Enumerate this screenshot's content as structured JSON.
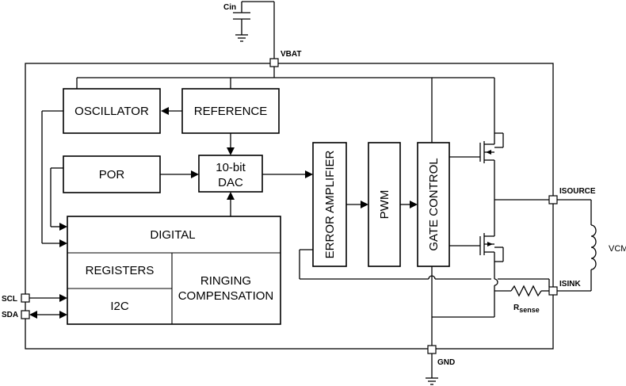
{
  "pins": {
    "cin": "Cin",
    "vbat": "VBAT",
    "gnd": "GND",
    "isource": "ISOURCE",
    "isink": "ISINK",
    "scl": "SCL",
    "sda": "SDA",
    "rsense_main": "R",
    "rsense_sub": "sense",
    "vcm": "VCM"
  },
  "blocks": {
    "oscillator": "OSCILLATOR",
    "reference": "REFERENCE",
    "por": "POR",
    "dac_line1": "10-bit",
    "dac_line2": "DAC",
    "digital": "DIGITAL",
    "registers": "REGISTERS",
    "i2c": "I2C",
    "ringing_line1": "RINGING",
    "ringing_line2": "COMPENSATION",
    "error_amplifier": "ERROR AMPLIFIER",
    "pwm": "PWM",
    "gate_control": "GATE CONTROL"
  }
}
